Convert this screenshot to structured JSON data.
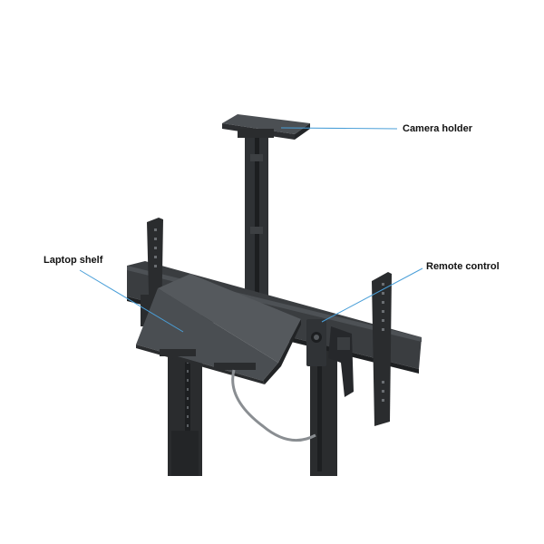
{
  "annotations": {
    "camera_holder": "Camera holder",
    "laptop_shelf": "Laptop shelf",
    "remote_control": "Remote control"
  },
  "colors": {
    "callout_line": "#4a9fd8",
    "metal_dark": "#2a2c2e",
    "metal_mid": "#3d4043",
    "shelf_top": "#55595d"
  }
}
